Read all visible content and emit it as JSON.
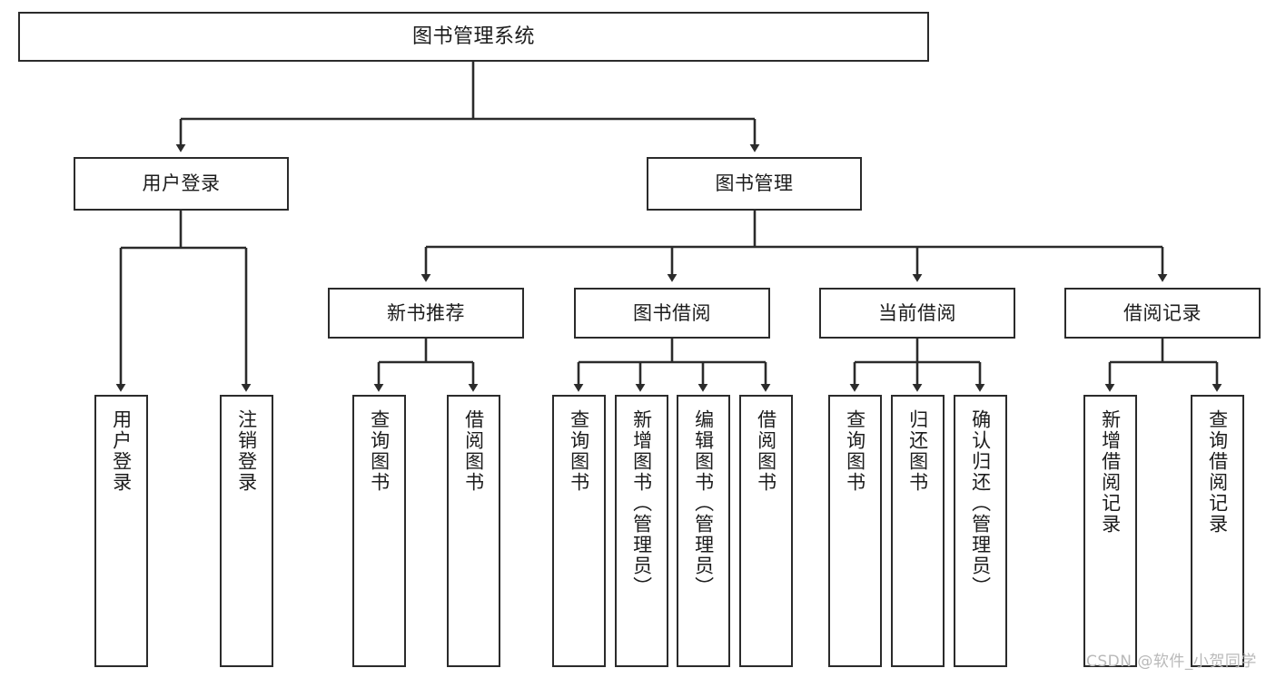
{
  "diagram": {
    "title": "图书管理系统",
    "type": "tree-hierarchy",
    "levels": 4,
    "stroke_color": "#2b2b2b",
    "fill_color": "#ffffff",
    "text_color": "#1c1c1c"
  },
  "nodes": {
    "root": {
      "label": "图书管理系统"
    },
    "level2": [
      {
        "label": "用户登录"
      },
      {
        "label": "图书管理"
      }
    ],
    "level3": [
      {
        "label": "新书推荐"
      },
      {
        "label": "图书借阅"
      },
      {
        "label": "当前借阅"
      },
      {
        "label": "借阅记录"
      }
    ],
    "leaves_login": [
      {
        "label": "用户登录"
      },
      {
        "label": "注销登录"
      }
    ],
    "leaves_newbook": [
      {
        "label": "查询图书"
      },
      {
        "label": "借阅图书"
      }
    ],
    "leaves_borrow": [
      {
        "label": "查询图书"
      },
      {
        "label": "新增图书（管理员）"
      },
      {
        "label": "编辑图书（管理员）"
      },
      {
        "label": "借阅图书"
      }
    ],
    "leaves_current": [
      {
        "label": "查询图书"
      },
      {
        "label": "归还图书"
      },
      {
        "label": "确认归还（管理员）"
      }
    ],
    "leaves_record": [
      {
        "label": "新增借阅记录"
      },
      {
        "label": "查询借阅记录"
      }
    ]
  },
  "watermark": {
    "text": "CSDN @软件_小贺同学"
  }
}
